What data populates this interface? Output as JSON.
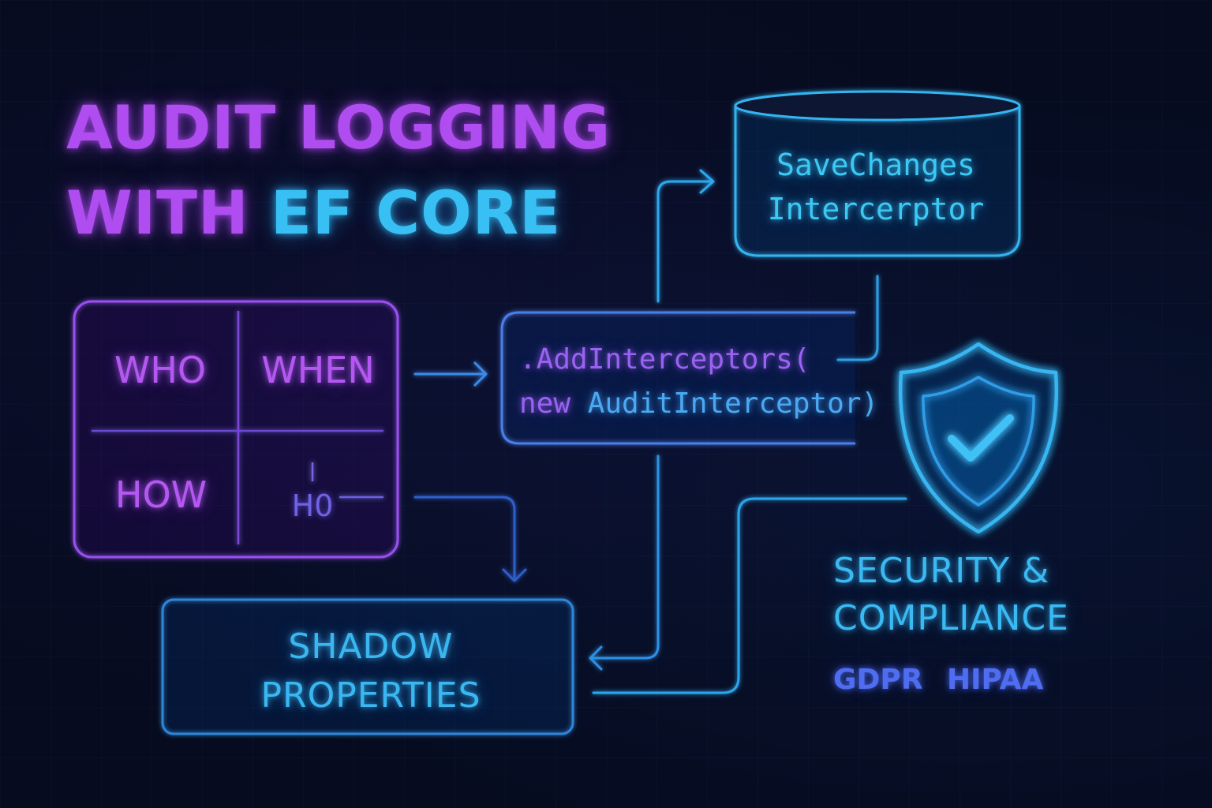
{
  "title": {
    "line1": "AUDIT LOGGING",
    "line2_prefix": "WITH ",
    "line2_highlight": "EF CORE"
  },
  "quadrant": {
    "who": "WHO",
    "when": "WHEN",
    "how": "HOW",
    "fourth": "H0"
  },
  "code_box": {
    "line1": ".AddInterceptors(",
    "line2_keyword": "new",
    "line2_rest": " AuditInterceptor)"
  },
  "database": {
    "line1": "SaveChanges",
    "line2": "Intercerptor"
  },
  "shadow_properties": {
    "line1": "SHADOW",
    "line2": "PROPERTIES"
  },
  "security": {
    "line1": "SECURITY &",
    "line2": "COMPLIANCE",
    "standard1": "GDPR",
    "standard2": "HIPAA"
  },
  "colors": {
    "background": "#060b1f",
    "purple": "#b04df0",
    "cyan": "#38c0f5",
    "blue": "#4f6df0"
  },
  "icons": {
    "shield": "shield-check-icon",
    "database": "database-cylinder-icon"
  }
}
